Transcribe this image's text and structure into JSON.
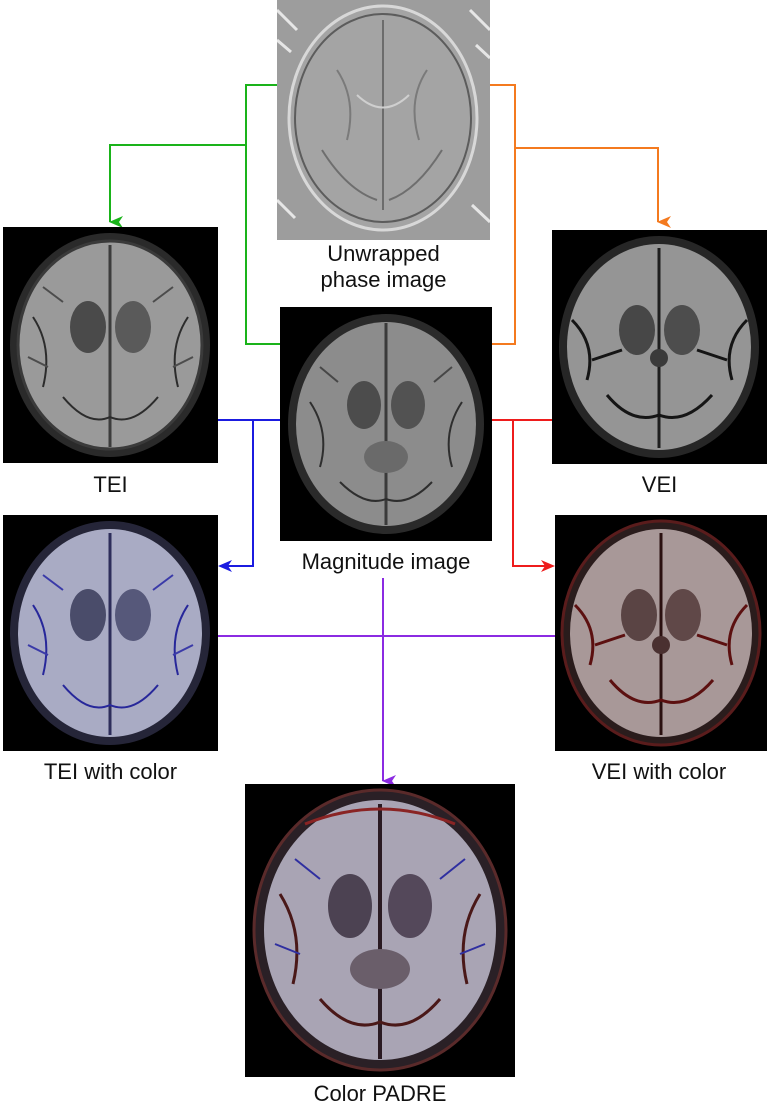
{
  "panels": {
    "phase": {
      "label_line1": "Unwrapped",
      "label_line2": "phase image"
    },
    "tei": {
      "label": "TEI"
    },
    "magnitude": {
      "label": "Magnitude image"
    },
    "vei": {
      "label": "VEI"
    },
    "tei_color": {
      "label": "TEI with color"
    },
    "vei_color": {
      "label": "VEI with color"
    },
    "padre": {
      "label": "Color PADRE"
    }
  },
  "colors": {
    "green": "#1ab31a",
    "orange": "#f47a1f",
    "blue": "#1b1be0",
    "red": "#ee1c1c",
    "purple": "#8b2be2",
    "phase_bg": "#9c9c9c",
    "panel_bg": "#000000"
  }
}
